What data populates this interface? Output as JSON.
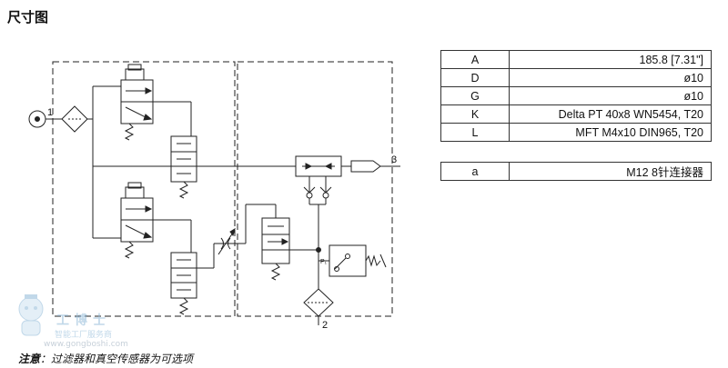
{
  "title": "尺寸图",
  "ports": {
    "p1": "1",
    "p2": "2",
    "p3": "3",
    "pilot": "P₁"
  },
  "dimensions": [
    {
      "key": "A",
      "value": "185.8 [7.31\"]"
    },
    {
      "key": "D",
      "value": "ø10"
    },
    {
      "key": "G",
      "value": "ø10"
    },
    {
      "key": "K",
      "value": "Delta PT 40x8 WN5454, T20"
    },
    {
      "key": "L",
      "value": "MFT M4x10 DIN965, T20"
    }
  ],
  "connector": {
    "key": "a",
    "value": "M12 8针连接器"
  },
  "note": {
    "label": "注意",
    "text": "：过滤器和真空传感器为可选项"
  },
  "watermark": {
    "brand": "工博士",
    "sub": "智能工厂服务商",
    "url": "www.gongboshi.com",
    "icon": "robot-mascot-icon"
  }
}
